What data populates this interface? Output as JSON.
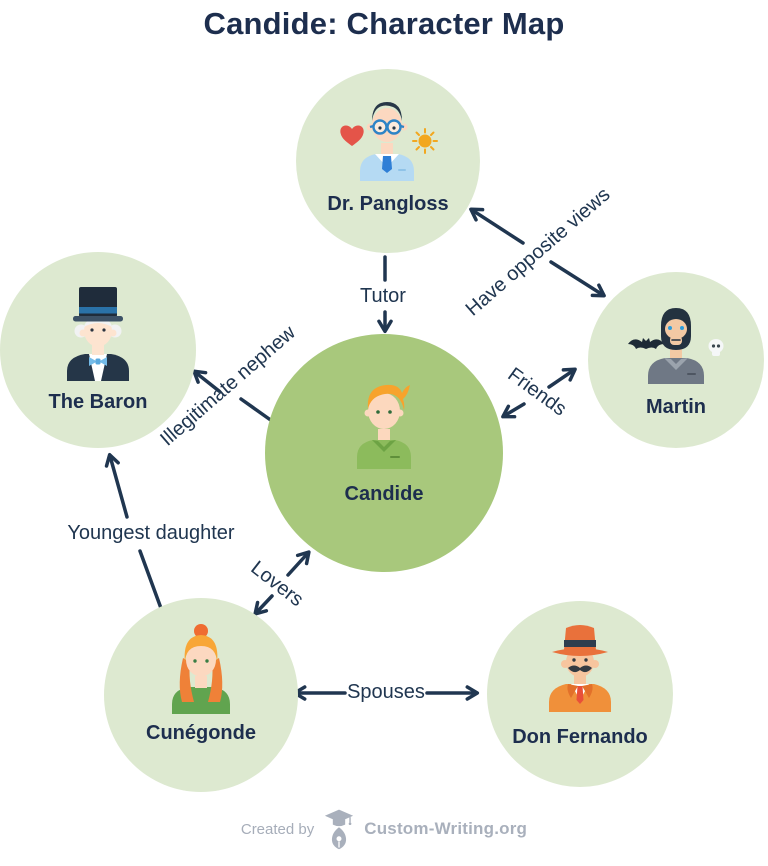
{
  "title": "Candide: Character Map",
  "colors": {
    "background": "#ffffff",
    "node_light_green": "#dde9d0",
    "node_highlight_green": "#a8c87c",
    "text_navy": "#1d2e4e",
    "arrow_navy": "#203650",
    "footer_gray": "#a6adb9"
  },
  "nodes": {
    "pangloss": {
      "label": "Dr. Pangloss",
      "avatar": "man-glasses-heart-sun-avatar"
    },
    "baron": {
      "label": "The Baron",
      "avatar": "man-top-hat-avatar"
    },
    "martin": {
      "label": "Martin",
      "avatar": "bearded-man-bat-skull-avatar"
    },
    "candide": {
      "label": "Candide",
      "avatar": "young-man-orange-hair-avatar"
    },
    "cunegonde": {
      "label": "Cunégonde",
      "avatar": "woman-orange-hair-avatar"
    },
    "fernando": {
      "label": "Don Fernando",
      "avatar": "man-hat-mustache-avatar"
    }
  },
  "relationships": {
    "tutor": {
      "label": "Tutor",
      "from": "Dr. Pangloss",
      "to": "Candide",
      "direction": "single"
    },
    "opposite_views": {
      "label": "Have opposite views",
      "from": "Dr. Pangloss",
      "to": "Martin",
      "direction": "both"
    },
    "friends": {
      "label": "Friends",
      "from": "Candide",
      "to": "Martin",
      "direction": "both"
    },
    "illegitimate_nephew": {
      "label": "Illegitimate nephew",
      "from": "Candide",
      "to": "The Baron",
      "direction": "single"
    },
    "youngest_daughter": {
      "label": "Youngest daughter",
      "from": "Cunégonde",
      "to": "The Baron",
      "direction": "single"
    },
    "lovers": {
      "label": "Lovers",
      "from": "Candide",
      "to": "Cunégonde",
      "direction": "both"
    },
    "spouses": {
      "label": "Spouses",
      "from": "Cunégonde",
      "to": "Don Fernando",
      "direction": "both"
    }
  },
  "footer": {
    "created_by": "Created by",
    "brand": "Custom-Writing.org",
    "logo_icon": "graduation-cap-pen-icon"
  }
}
